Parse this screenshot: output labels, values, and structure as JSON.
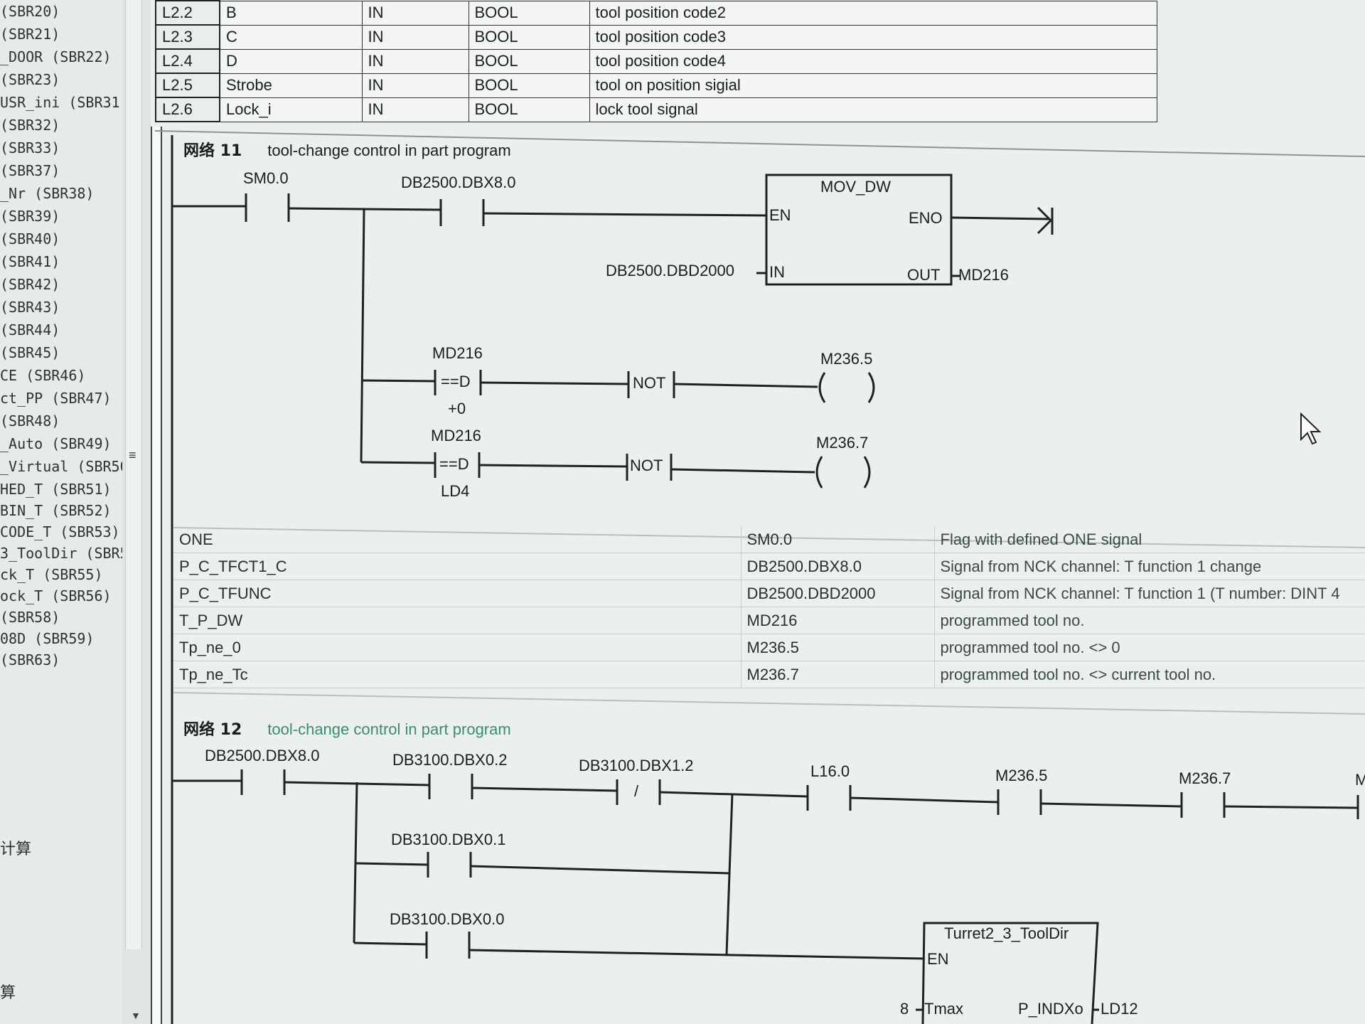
{
  "project_tree": {
    "items": [
      "(SBR20)",
      " (SBR21)",
      "_DOOR (SBR22)",
      " (SBR23)",
      "USR_ini (SBR31)",
      "(SBR32)",
      " (SBR33)",
      "(SBR37)",
      "_Nr (SBR38)",
      "(SBR39)",
      " (SBR40)",
      " (SBR41)",
      "(SBR42)",
      " (SBR43)",
      "(SBR44)",
      " (SBR45)",
      "CE (SBR46)",
      "ct_PP (SBR47)",
      " (SBR48)",
      "_Auto (SBR49)",
      "_Virtual (SBR50",
      "HED_T (SBR51)",
      "BIN_T (SBR52)",
      "CODE_T (SBR53)",
      "3_ToolDir (SBR5",
      "ck_T (SBR55)",
      "ock_T (SBR56)",
      " (SBR58)",
      "08D (SBR59)",
      " (SBR63)"
    ],
    "footer_labels": [
      "计算",
      "算"
    ]
  },
  "var_table": {
    "rows": [
      {
        "addr": "L2.2",
        "name": "B",
        "type": "IN",
        "dtype": "BOOL",
        "comment": "tool position code2"
      },
      {
        "addr": "L2.3",
        "name": "C",
        "type": "IN",
        "dtype": "BOOL",
        "comment": "tool position code3"
      },
      {
        "addr": "L2.4",
        "name": "D",
        "type": "IN",
        "dtype": "BOOL",
        "comment": "tool position code4"
      },
      {
        "addr": "L2.5",
        "name": "Strobe",
        "type": "IN",
        "dtype": "BOOL",
        "comment": "tool on position sigial"
      },
      {
        "addr": "L2.6",
        "name": "Lock_i",
        "type": "IN",
        "dtype": "BOOL",
        "comment": "lock tool signal"
      }
    ]
  },
  "network11": {
    "number": "网络 11",
    "title": "tool-change control in part program",
    "contacts": {
      "sm00": "SM0.0",
      "dbx80": "DB2500.DBX8.0",
      "cmp1_top": "MD216",
      "cmp1_op": "==D",
      "cmp1_bottom": "+0",
      "cmp2_top": "MD216",
      "cmp2_op": "==D",
      "cmp2_bottom": "LD4",
      "not": "NOT"
    },
    "box": {
      "name": "MOV_DW",
      "en": "EN",
      "eno": "ENO",
      "in": "IN",
      "out": "OUT",
      "in_param": "DB2500.DBD2000",
      "out_param": "MD216"
    },
    "coils": {
      "c1": "M236.5",
      "c2": "M236.7"
    }
  },
  "symbol_table": {
    "rows": [
      {
        "symbol": "ONE",
        "address": "SM0.0",
        "comment": "Flag with defined ONE signal"
      },
      {
        "symbol": "P_C_TFCT1_C",
        "address": "DB2500.DBX8.0",
        "comment": "Signal from NCK channel: T function 1 change"
      },
      {
        "symbol": "P_C_TFUNC",
        "address": "DB2500.DBD2000",
        "comment": "Signal from NCK channel: T function 1 (T number: DINT 4"
      },
      {
        "symbol": "T_P_DW",
        "address": "MD216",
        "comment": "programmed tool no."
      },
      {
        "symbol": "Tp_ne_0",
        "address": "M236.5",
        "comment": "programmed tool no. <> 0"
      },
      {
        "symbol": "Tp_ne_Tc",
        "address": "M236.7",
        "comment": "programmed tool no. <> current tool no."
      }
    ]
  },
  "network12": {
    "number": "网络 12",
    "title": "tool-change control in part program",
    "contacts": {
      "dbx80": "DB2500.DBX8.0",
      "dbx02": "DB3100.DBX0.2",
      "dbx12": "DB3100.DBX1.2",
      "neg": "/",
      "l160": "L16.0",
      "m2365": "M236.5",
      "m2367": "M236.7",
      "m_partial": "M",
      "dbx01": "DB3100.DBX0.1",
      "dbx00": "DB3100.DBX0.0"
    },
    "box": {
      "name": "Turret2_3_ToolDir",
      "en": "EN",
      "tmax_val": "8",
      "tmax": "Tmax",
      "out": "P_INDXo",
      "out_param": "LD12"
    }
  }
}
